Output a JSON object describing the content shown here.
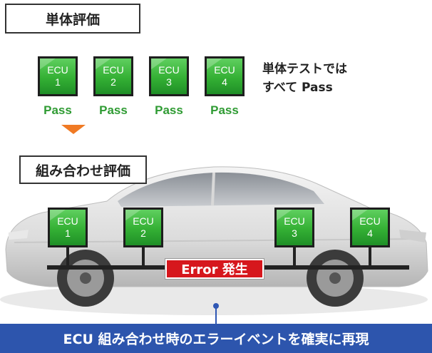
{
  "unit_eval": {
    "title": "単体評価",
    "ecus": [
      {
        "name": "ECU",
        "num": "1",
        "result": "Pass"
      },
      {
        "name": "ECU",
        "num": "2",
        "result": "Pass"
      },
      {
        "name": "ECU",
        "num": "3",
        "result": "Pass"
      },
      {
        "name": "ECU",
        "num": "4",
        "result": "Pass"
      }
    ],
    "note_line1": "単体テストでは",
    "note_line2": "すべて Pass"
  },
  "combo_eval": {
    "title": "組み合わせ評価",
    "ecus": [
      {
        "name": "ECU",
        "num": "1"
      },
      {
        "name": "ECU",
        "num": "2"
      },
      {
        "name": "ECU",
        "num": "3"
      },
      {
        "name": "ECU",
        "num": "4"
      }
    ],
    "error_label": "Error 発生"
  },
  "footer": {
    "text": "ECU 組み合わせ時のエラーイベントを確実に再現"
  },
  "colors": {
    "ecu_green": "#34b034",
    "pass_green": "#2f9b33",
    "arrow_orange": "#f07a24",
    "error_red": "#d6171d",
    "footer_blue": "#2d55ad"
  }
}
